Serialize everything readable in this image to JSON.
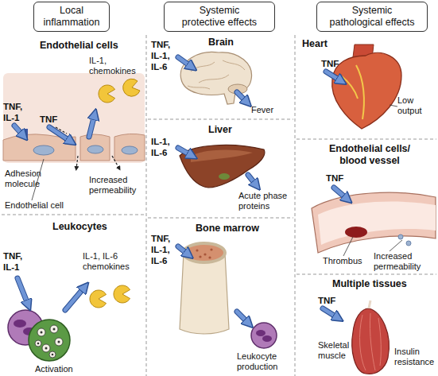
{
  "diagram": {
    "nodes": [
      {
        "text": [
          "Local inflammation"
        ]
      },
      {
        "text": [
          "Systemic protective effects"
        ]
      },
      {
        "text": [
          "Systemic pathological effects"
        ]
      }
    ],
    "labels": [
      "Endothelial cells",
      "TNF, IL-1",
      "TNF",
      "IL-1, chemokines",
      "Adhesion molecule",
      "Increased permeability",
      "Endothelial cell",
      "Leukocytes",
      "TNF, IL-1",
      "IL-1, IL-6 chemokines",
      "Activation",
      "Brain",
      "TNF, IL-1, IL-6",
      "Fever",
      "Liver",
      "IL-1, IL-6",
      "Acute phase proteins",
      "Bone marrow",
      "TNF, IL-1, IL-6",
      "Leukocyte production",
      "Heart",
      "TNF",
      "Low output",
      "Endothelial cells/ blood vessel",
      "TNF",
      "Thrombus",
      "Increased permeability",
      "Multiple tissues",
      "TNF",
      "Skeletal muscle",
      "Insulin resistance"
    ]
  }
}
